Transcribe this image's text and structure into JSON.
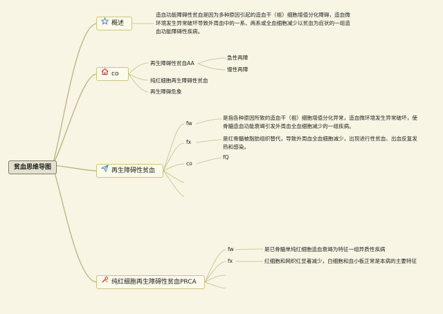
{
  "root": {
    "label": "贫血思维导图"
  },
  "gaishu": {
    "label": "概述",
    "icon": "star-icon",
    "text": "造血功能障碍性贫血是因为多种原因引起的造血干（祖）细胞增值分化障碍，造血微环境发生异常破坏导致外周血中的一系、两系或全血细胞减少以贫血为症状的一组造血功能障碍性疾病。"
  },
  "co": {
    "label": "co",
    "icon": "home-icon",
    "children": [
      {
        "label": "再生障碍性贫血AA",
        "children": [
          "急性再障",
          "慢性再障"
        ]
      },
      {
        "label": "纯红细胞再生障碍性贫血"
      },
      {
        "label": "再生障碍危象"
      }
    ]
  },
  "aa": {
    "label": "再生障碍性贫血",
    "icon": "send-icon",
    "fw": {
      "label": "fw",
      "text": "是指各种原因所致的造血干（祖）细胞增值分化异常，造血微环境发生异常破坏，使骨髓造血功能衰竭引发外周血全血细胞减少的一组疾病。"
    },
    "fx": {
      "label": "fx",
      "text": "是红骨髓被脂肪组织替代，导致外周血全血细胞减少，出现进行性贫血、出血反复发热和感染。"
    },
    "co": {
      "label": "co",
      "child": "fQ"
    }
  },
  "prca": {
    "label": "纯红细胞再生障碍性贫血PRCA",
    "icon": "tools-icon",
    "fw": {
      "label": "fw",
      "text": "是已骨髓单纯红细胞造血衰竭为特征一组异质性疾病"
    },
    "fx": {
      "label": "fx",
      "text": "红细胞和网织红显著减少，白细胞和血小板正常是本病的主要特征"
    }
  }
}
